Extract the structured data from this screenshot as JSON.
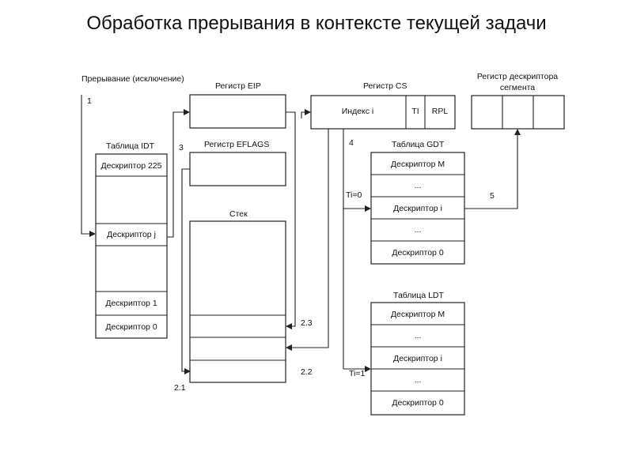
{
  "title": "Обработка прерывания в контексте текущей задачи",
  "labels": {
    "interrupt": "Прерывание (исключение)",
    "step1": "1",
    "step2_1": "2.1",
    "step2_2": "2.2",
    "step2_3": "2.3",
    "step3": "3",
    "step4": "4",
    "step5": "5",
    "ti0": "Ti=0",
    "ti1": "Ti=1"
  },
  "idt": {
    "caption": "Таблица IDT",
    "rows": [
      "Дескриптор 225",
      "",
      "Дескриптор j",
      "",
      "Дескриптор 1",
      "Дескриптор 0"
    ]
  },
  "eip": {
    "caption": "Регистр EIP"
  },
  "eflags": {
    "caption": "Регистр EFLAGS"
  },
  "stack": {
    "caption": "Стек"
  },
  "cs": {
    "caption": "Регистр CS",
    "index": "Индекс i",
    "ti": "TI",
    "rpl": "RPL"
  },
  "seg_reg": {
    "caption_line1": "Регистр дескриптора",
    "caption_line2": "сегмента"
  },
  "gdt": {
    "caption": "Таблица GDT",
    "rows": [
      "Дескриптор M",
      "...",
      "Дескриптор i",
      "...",
      "Дескриптор 0"
    ]
  },
  "ldt": {
    "caption": "Таблица LDT",
    "rows": [
      "Дескриптор M",
      "...",
      "Дескриптор i",
      "...",
      "Дескриптор 0"
    ]
  }
}
